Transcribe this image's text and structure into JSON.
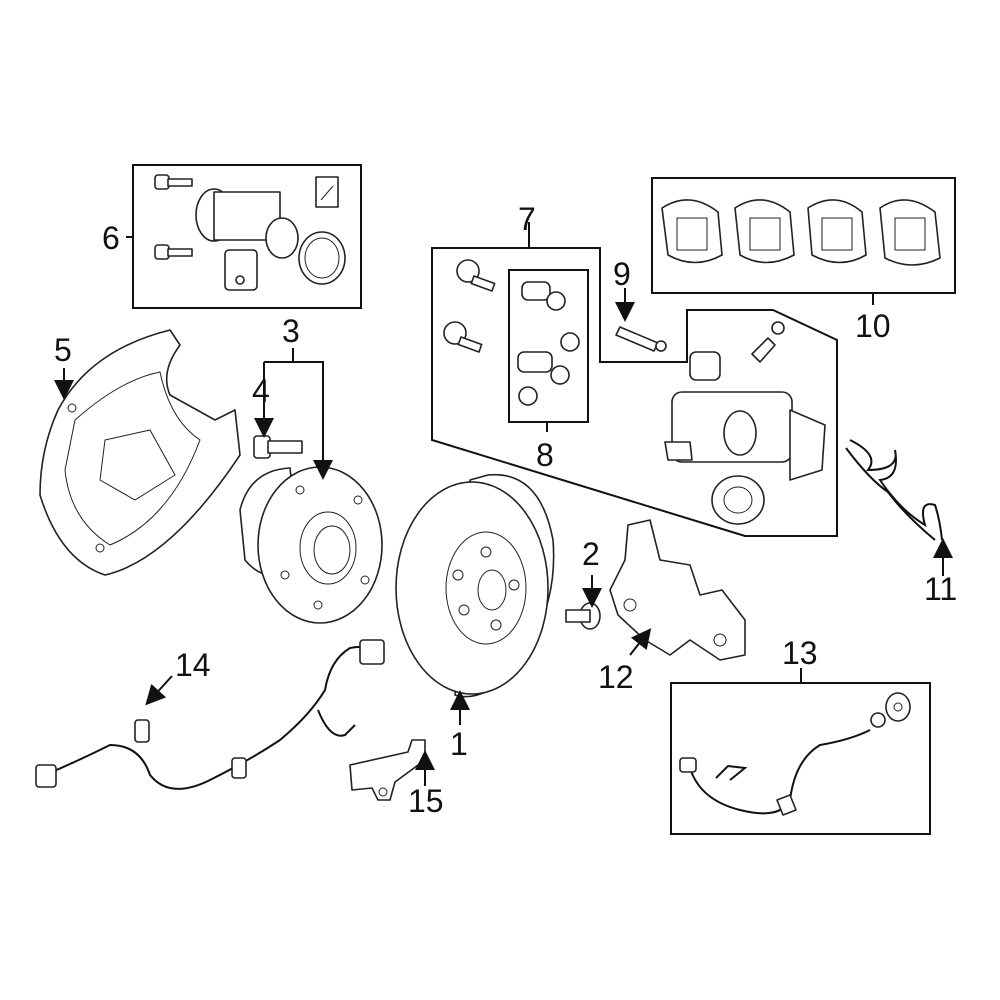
{
  "diagram": {
    "highlight_color": "#3f4fd0",
    "highlighted_part": "1",
    "callouts": {
      "c1": "1",
      "c2": "2",
      "c3": "3",
      "c4": "4",
      "c5": "5",
      "c6": "6",
      "c7": "7",
      "c8": "8",
      "c9": "9",
      "c10": "10",
      "c11": "11",
      "c12": "12",
      "c13": "13",
      "c14": "14",
      "c15": "15"
    }
  }
}
